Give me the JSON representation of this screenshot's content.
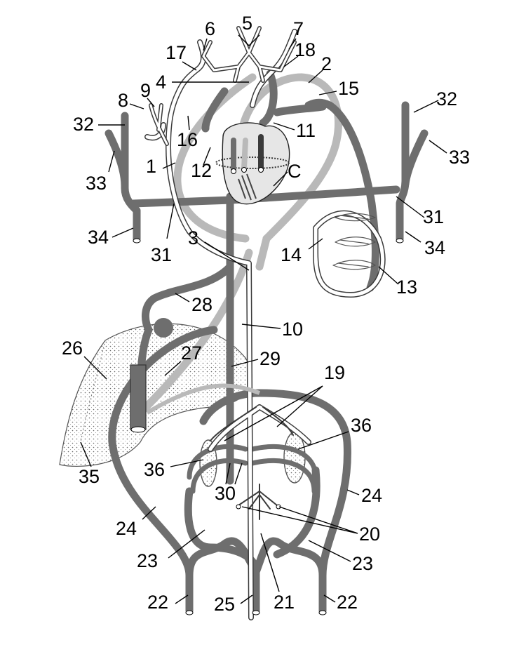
{
  "labels": {
    "l1": "1",
    "l2": "2",
    "l3": "3",
    "l4": "4",
    "l5": "5",
    "l6": "6",
    "l7": "7",
    "l8": "8",
    "l9": "9",
    "l10": "10",
    "l11": "11",
    "l12": "12",
    "l13": "13",
    "l14": "14",
    "l15": "15",
    "l16": "16",
    "l17": "17",
    "l18": "18",
    "l19": "19",
    "l20": "20",
    "l21": "21",
    "l22": "22",
    "l23": "23",
    "l24": "24",
    "l25": "25",
    "l26": "26",
    "l27": "27",
    "l28": "28",
    "l29": "29",
    "l30": "30",
    "l31": "31",
    "l32": "32",
    "l33": "33",
    "l34": "34",
    "l35": "35",
    "l36": "36",
    "heart": "C"
  },
  "colors": {
    "vein": "#6e6e6e",
    "mixed": "#b9b9b9",
    "artery_outline": "#3a3a3a",
    "organ_fill": "#e6e6e6",
    "ink": "#000000"
  }
}
